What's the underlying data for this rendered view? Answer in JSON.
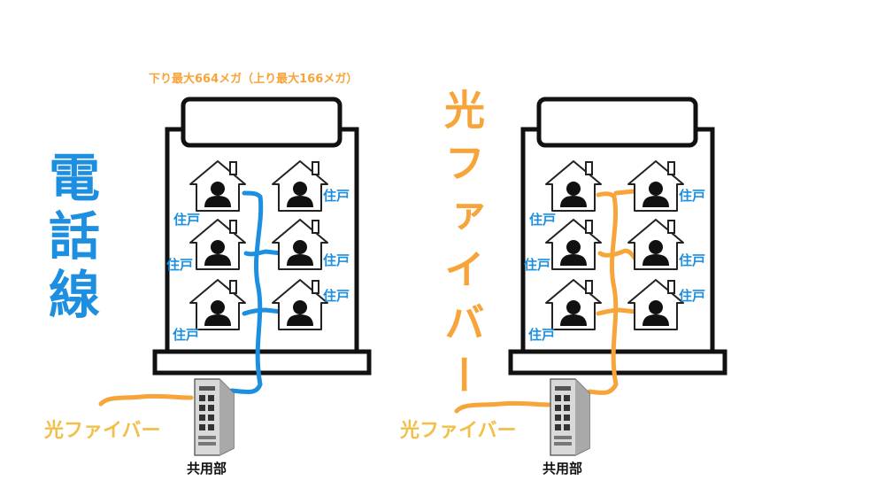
{
  "colors": {
    "blue": "#1d8fe1",
    "orange": "#f7a43a",
    "fiber_text": "#f2c04a",
    "ink": "#111111"
  },
  "speed_label": "下り最大664メガ（上り最大166メガ）",
  "left_building": {
    "side_title": "電話線",
    "unit_label": "住戸",
    "incoming_label": "光ファイバー",
    "shared_label": "共用部",
    "wiring": "telephone-line"
  },
  "right_building": {
    "side_title": "光ファイバー",
    "unit_label": "住戸",
    "incoming_label": "光ファイバー",
    "shared_label": "共用部",
    "wiring": "fiber-optic"
  },
  "icons": {
    "unit": "house-person-icon",
    "equipment": "network-switch-icon"
  }
}
